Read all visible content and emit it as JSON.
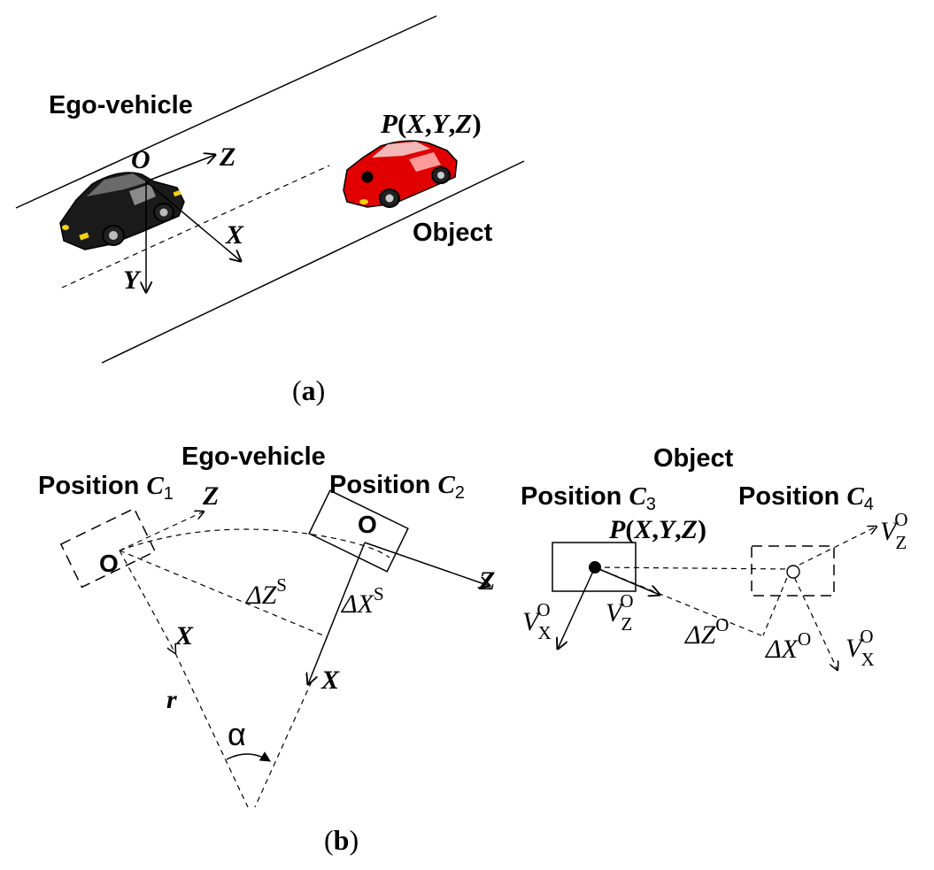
{
  "panel_a": {
    "ego_label": "Ego-vehicle",
    "object_label": "Object",
    "point_label": {
      "p": "P",
      "open": "(",
      "x": "X",
      "c1": ",",
      "y": "Y",
      "c2": ",",
      "z": "Z",
      "close": ")"
    },
    "origin_label": "O",
    "axis_z": "Z",
    "axis_x": "X",
    "axis_y": "Y",
    "caption": {
      "open": "(",
      "letter": "a",
      "close": ")"
    }
  },
  "panel_b": {
    "ego_label": "Ego-vehicle",
    "object_label": "Object",
    "position_c1": {
      "text": "Position ",
      "c": "C",
      "sub": "1"
    },
    "position_c2": {
      "text": "Position ",
      "c": "C",
      "sub": "2"
    },
    "position_c3": {
      "text": "Position ",
      "c": "C",
      "sub": "3"
    },
    "position_c4": {
      "text": "Position ",
      "c": "C",
      "sub": "4"
    },
    "origin_1": "O",
    "origin_2": "O",
    "axis_z1": "Z",
    "axis_x1": "X",
    "axis_z2": "Z",
    "axis_x2": "X",
    "radius": "r",
    "angle": "α",
    "delta_z_s": {
      "main": "ΔZ",
      "sup": "S"
    },
    "delta_x_s": {
      "main": "ΔX",
      "sup": "S"
    },
    "point_label": {
      "p": "P",
      "open": "(",
      "x": "X",
      "c1": ",",
      "y": "Y",
      "c2": ",",
      "z": "Z",
      "close": ")"
    },
    "v_x_o_1": {
      "main": "V",
      "sub": "X",
      "sup": "O"
    },
    "v_z_o_1": {
      "main": "V",
      "sub": "Z",
      "sup": "O"
    },
    "delta_z_o": {
      "main": "ΔZ",
      "sup": "O"
    },
    "delta_x_o": {
      "main": "ΔX",
      "sup": "O"
    },
    "v_x_o_2": {
      "main": "V",
      "sub": "X",
      "sup": "O"
    },
    "v_z_o_2": {
      "main": "V",
      "sub": "Z",
      "sup": "O"
    },
    "caption": {
      "open": "(",
      "letter": "b",
      "close": ")"
    }
  }
}
